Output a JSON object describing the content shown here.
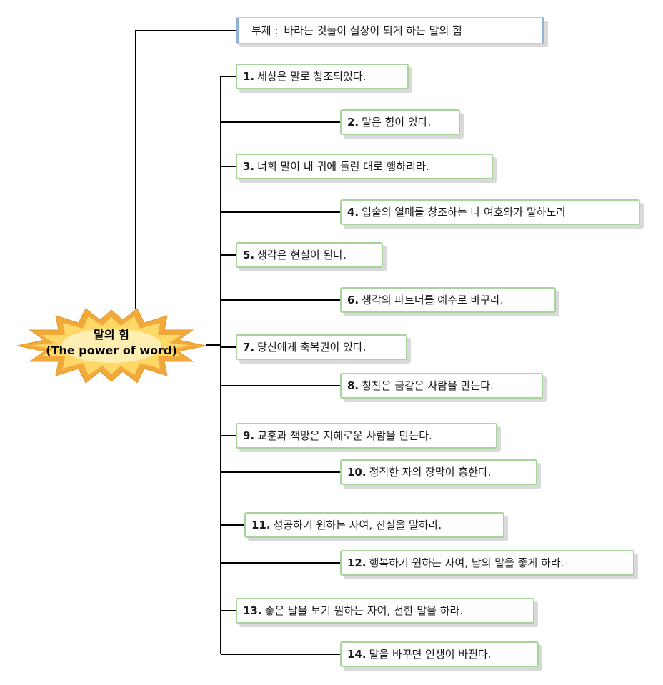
{
  "central": {
    "title_ko": "말의 힘",
    "title_en": "(The power of word)",
    "fill_color": "#fdd866",
    "outline_color": "#f2a93b"
  },
  "subtitle": {
    "label": "부제 :",
    "text": "바라는 것들이 실상이 되게 하는 말의 힘"
  },
  "branches": [
    {
      "num": "1.",
      "text": "세상은 말로 창조되었다."
    },
    {
      "num": "2.",
      "text": "말은 힘이 있다."
    },
    {
      "num": "3.",
      "text": "너희 말이 내 귀에 들린 대로 행하리라."
    },
    {
      "num": "4.",
      "text": "입술의 열매를 창조하는 나 여호와가 말하노라"
    },
    {
      "num": "5.",
      "text": "생각은 현실이 된다."
    },
    {
      "num": "6.",
      "text": "생각의 파트너를 예수로 바꾸라."
    },
    {
      "num": "7.",
      "text": "당신에게 축복권이 있다."
    },
    {
      "num": "8.",
      "text": "칭찬은 금같은 사람을 만든다."
    },
    {
      "num": "9.",
      "text": "교훈과 책망은 지혜로운 사람을 만든다."
    },
    {
      "num": "10.",
      "text": "정직한 자의 장막이 흥한다."
    },
    {
      "num": "11.",
      "text": "성공하기 원하는 자여, 진실을 말하라."
    },
    {
      "num": "12.",
      "text": "행복하기 원하는 자여, 남의 말을 좋게 하라."
    },
    {
      "num": "13.",
      "text": "좋은 날을 보기 원하는 자여, 선한 말을 하라."
    },
    {
      "num": "14.",
      "text": "말을 바꾸면 인생이 바뀐다."
    }
  ],
  "colors": {
    "node_border": "#a6d59a",
    "subtitle_border": "#8eb2da",
    "connector": "#000000"
  }
}
